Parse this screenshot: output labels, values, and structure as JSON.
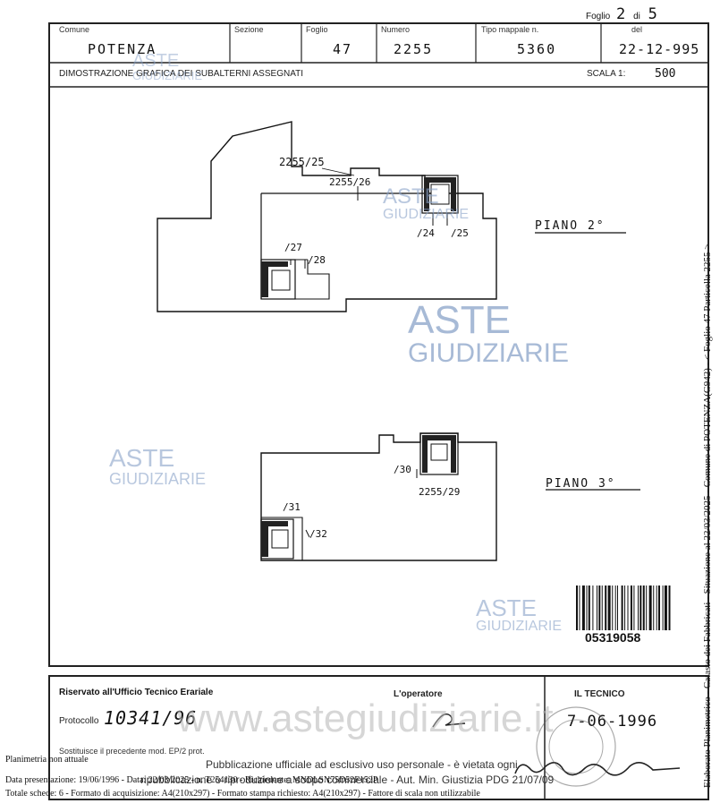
{
  "page_counter": {
    "label_foglio": "Foglio",
    "page": "2",
    "label_di": "di",
    "total": "5"
  },
  "header": {
    "comune_label": "Comune",
    "comune_value": "POTENZA",
    "sezione_label": "Sezione",
    "sezione_value": "",
    "foglio_label": "Foglio",
    "foglio_value": "47",
    "numero_label": "Numero",
    "numero_value": "2255",
    "mappa_label": "Tipo mappale n.",
    "mappa_value": "5360",
    "del_label": "del",
    "del_value": "22-12-995",
    "title": "DIMOSTRAZIONE GRAFICA DEI SUBALTERNI ASSEGNATI",
    "scala_label": "SCALA 1:",
    "scala_value": "500"
  },
  "plan": {
    "piano2_label": "PIANO 2°",
    "piano3_label": "PIANO 3°",
    "labels_p2": [
      "2255/25",
      "2255/26",
      "/24",
      "/25",
      "/27",
      "/28"
    ],
    "labels_p3": [
      "/30",
      "2255/29",
      "/31",
      "/32"
    ]
  },
  "barcode": {
    "number": "05319058"
  },
  "watermark": {
    "line1": "ASTE",
    "line2": "GIUDIZIARIE",
    "site": "www.astegiudiziarie.it"
  },
  "footer": {
    "riservato": "Riservato all'Ufficio Tecnico Erariale",
    "protocollo_label": "Protocollo",
    "protocollo_value": "10341/96",
    "sostituisce": "Sostituisce il precedente mod. EP/2 prot.",
    "operatore_label": "L'operatore",
    "tecnico_label": "IL TECNICO",
    "tecnico_date": "7-06-1996"
  },
  "notice": {
    "line1": "Pubblicazione ufficiale ad esclusivo uso personale - è vietata ogni",
    "line2": "ripubblicazione o riproduzione a scopo commerciale - Aut. Min. Giustizia PDG 21/07/09"
  },
  "stamp_info": {
    "line1": "Planimetria non attuale",
    "line2": "Data presentazione: 19/06/1996 - Data: 22/03/2025 - n. T254130 - Richiedente: MNDLSN75D52F152P",
    "line3": "Totale schede: 6 - Formato di acquisizione: A4(210x297)  - Formato stampa richiesto: A4(210x297) - Fattore di scala non utilizzabile"
  },
  "side_text": "Elaborato Planimetrico - Catasto dei Fabbricati - Situazione al 22/03/2025 - Comune di POTENZA(G942) - < Foglio 47 Particella 2255 >"
}
